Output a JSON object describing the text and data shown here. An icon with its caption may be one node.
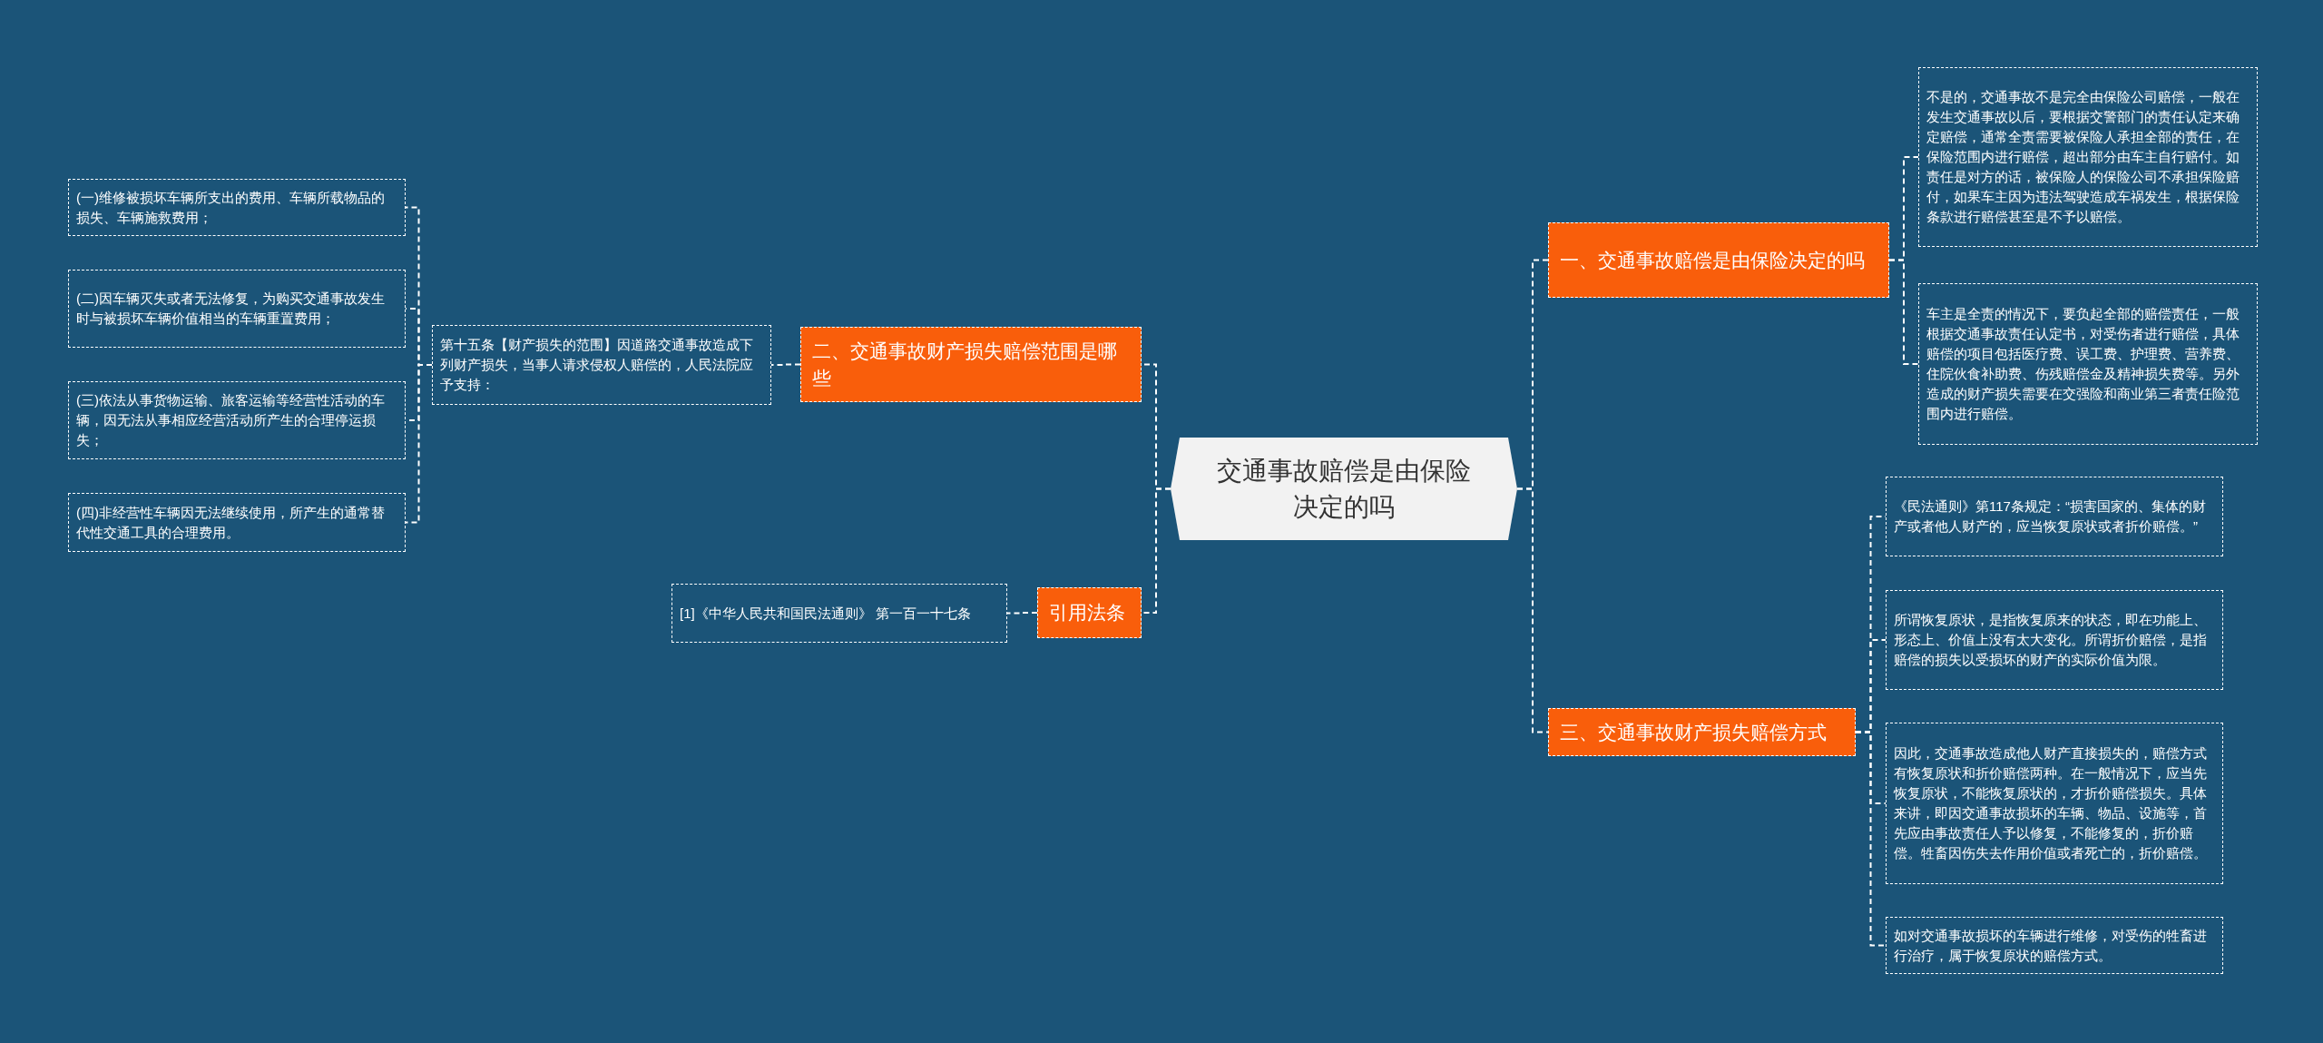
{
  "diagram": {
    "nodes": [
      {
        "text": [
          "交通事故赔偿是由保险决定的吗"
        ]
      },
      {
        "text": [
          "一、交通事故赔偿是由保险决定的吗"
        ]
      },
      {
        "text": [
          "不是的，交通事故不是完全由保险公司赔偿，一般在发生交通事故以后，要根据交警部门的责任认定来确定赔偿，通常全责需要被保险人承担全部的责任，在保险范围内进行赔偿，超出部分由车主自行赔付。如责任是对方的话，被保险人的保险公司不承担保险赔付，如果车主因为违法驾驶造成车祸发生，根据保险条款进行赔偿甚至是不予以赔偿。"
        ]
      },
      {
        "text": [
          "车主是全责的情况下，要负起全部的赔偿责任，一般根据交通事故责任认定书，对受伤者进行赔偿，具体赔偿的项目包括医疗费、误工费、护理费、营养费、住院伙食补助费、伤残赔偿金及精神损失费等。另外造成的财产损失需要在交强险和商业第三者责任险范围内进行赔偿。"
        ]
      },
      {
        "text": [
          "二、交通事故财产损失赔偿范围是哪些"
        ]
      },
      {
        "text": [
          "第十五条【财产损失的范围】因道路交通事故造成下列财产损失，当事人请求侵权人赔偿的，人民法院应予支持："
        ]
      },
      {
        "text": [
          "(一)维修被损坏车辆所支出的费用、车辆所载物品的损失、车辆施救费用；"
        ]
      },
      {
        "text": [
          "(二)因车辆灭失或者无法修复，为购买交通事故发生时与被损坏车辆价值相当的车辆重置费用；"
        ]
      },
      {
        "text": [
          "(三)依法从事货物运输、旅客运输等经营性活动的车辆，因无法从事相应经营活动所产生的合理停运损失；"
        ]
      },
      {
        "text": [
          "(四)非经营性车辆因无法继续使用，所产生的通常替代性交通工具的合理费用。"
        ]
      },
      {
        "text": [
          "引用法条"
        ]
      },
      {
        "text": [
          "[1]《中华人民共和国民法通则》 第一百一十七条"
        ]
      },
      {
        "text": [
          "三、交通事故财产损失赔偿方式"
        ]
      },
      {
        "text": [
          "《民法通则》第117条规定：“损害国家的、集体的财产或者他人财产的，应当恢复原状或者折价赔偿。”"
        ]
      },
      {
        "text": [
          "所谓恢复原状，是指恢复原来的状态，即在功能上、形态上、价值上没有太大变化。所谓折价赔偿，是指赔偿的损失以受损坏的财产的实际价值为限。"
        ]
      },
      {
        "text": [
          "因此，交通事故造成他人财产直接损失的，赔偿方式有恢复原状和折价赔偿两种。在一般情况下，应当先恢复原状，不能恢复原状的，才折价赔偿损失。具体来讲，即因交通事故损坏的车辆、物品、设施等，首先应由事故责任人予以修复，不能修复的，折价赔偿。牲畜因伤失去作用价值或者死亡的，折价赔偿。"
        ]
      },
      {
        "text": [
          "如对交通事故损坏的车辆进行维修，对受伤的牲畜进行治疗，属于恢复原状的赔偿方式。"
        ]
      }
    ],
    "edges": [
      {
        "from": 0,
        "to": 1,
        "arrow": "none"
      },
      {
        "from": 1,
        "to": 2,
        "arrow": "none"
      },
      {
        "from": 1,
        "to": 3,
        "arrow": "none"
      },
      {
        "from": 0,
        "to": 4,
        "arrow": "none"
      },
      {
        "from": 4,
        "to": 5,
        "arrow": "none"
      },
      {
        "from": 5,
        "to": 6,
        "arrow": "none"
      },
      {
        "from": 5,
        "to": 7,
        "arrow": "none"
      },
      {
        "from": 5,
        "to": 8,
        "arrow": "none"
      },
      {
        "from": 5,
        "to": 9,
        "arrow": "none"
      },
      {
        "from": 0,
        "to": 10,
        "arrow": "none"
      },
      {
        "from": 10,
        "to": 11,
        "arrow": "none"
      },
      {
        "from": 0,
        "to": 12,
        "arrow": "none"
      },
      {
        "from": 12,
        "to": 13,
        "arrow": "none"
      },
      {
        "from": 12,
        "to": 14,
        "arrow": "none"
      },
      {
        "from": 12,
        "to": 15,
        "arrow": "none"
      },
      {
        "from": 12,
        "to": 16,
        "arrow": "none"
      }
    ]
  }
}
